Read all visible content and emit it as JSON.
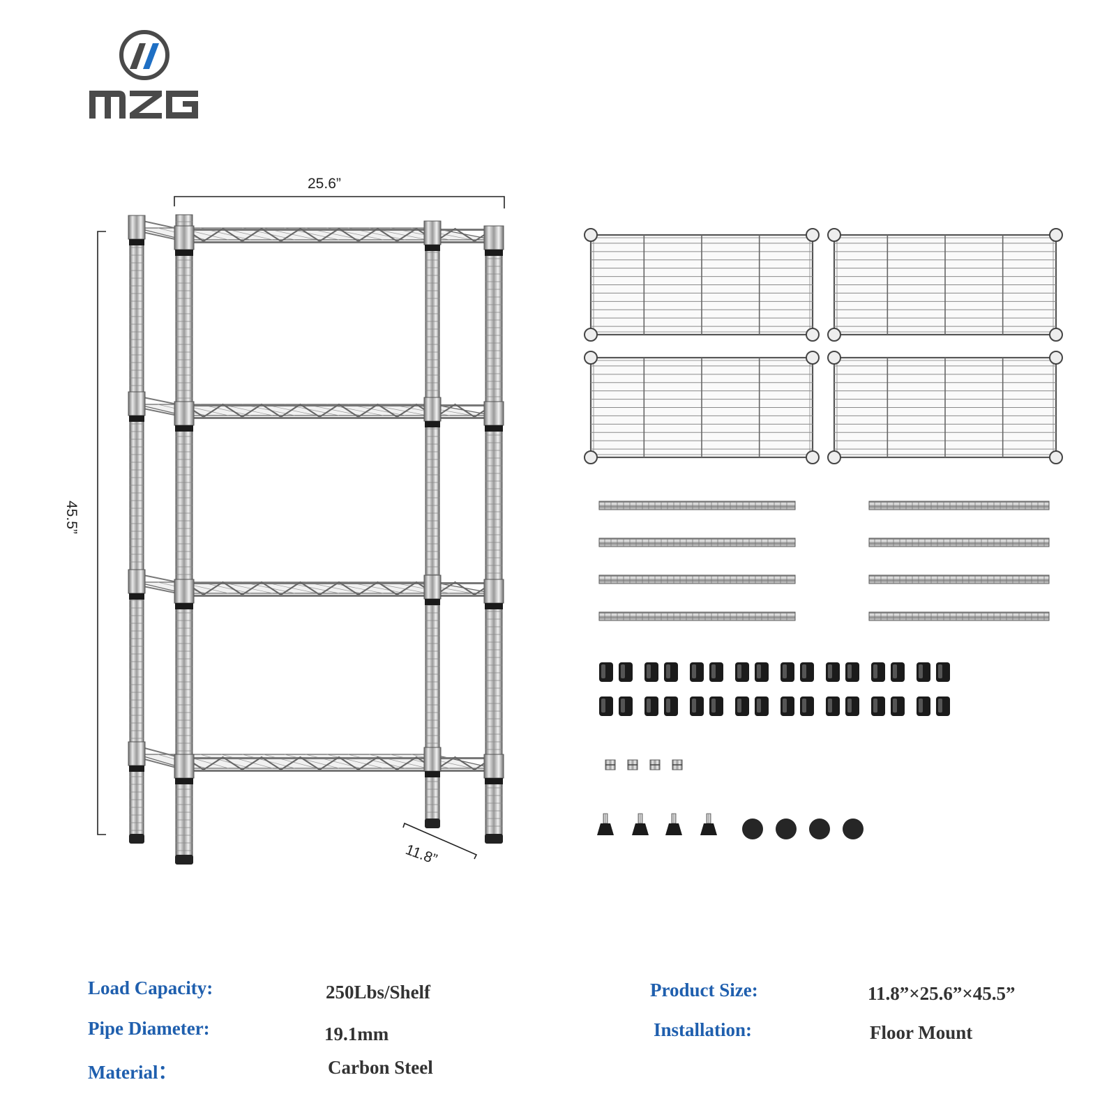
{
  "brand": {
    "name": "MZG"
  },
  "dimensions": {
    "width": "25.6”",
    "height": "45.5”",
    "depth": "11.8”"
  },
  "specs": [
    {
      "label": "Load Capacity:",
      "value": "250Lbs/Shelf"
    },
    {
      "label": "Pipe Diameter:",
      "value": "19.1mm"
    },
    {
      "label": "Material：",
      "value": "Carbon Steel"
    },
    {
      "label": "Product Size:",
      "value": "11.8”×25.6”×45.5”"
    },
    {
      "label": "Installation:",
      "value": "Floor Mount"
    }
  ],
  "parts": {
    "shelves": 4,
    "poles": 8,
    "clips": 32,
    "connectors": 4,
    "leveling_feet": 4,
    "foot_caps": 4
  },
  "colors": {
    "label_blue": "#1f5fae",
    "logo_blue": "#1e6fc4",
    "logo_gray": "#4a4a4a",
    "chrome": "#b8b8b8",
    "text": "#333333"
  }
}
